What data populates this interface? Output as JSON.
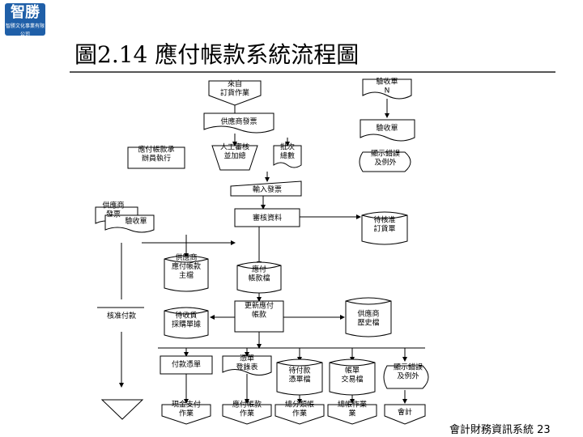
{
  "logo": {
    "main": "智勝",
    "sub": "智勝文化事業有限公司"
  },
  "title": "圖2.14 應付帳款系統流程圖",
  "footer": "會計財務資訊系統 23",
  "diagram": {
    "orders_from": "來自\n訂貨作業",
    "receipt_in": "驗收單\nN",
    "vendor_invoice": "供應商發票",
    "receipt_doc": "驗收單",
    "ap_clerk": "應付帳款承\n辦員執行",
    "manual_verify": "人工審核\n並加總",
    "batch_total": "批次\n總數",
    "display_errors_1": "顯示錯誤\n及例外",
    "enter_invoice": "輸入發票",
    "vendor_invoice_2": "供應商\n發票",
    "receipt_doc_2": "驗收單",
    "edit_data": "審核資料",
    "open_po": "待核准\n訂貨單",
    "vendor_ap_master": "供應商\n應付帳款\n主檔",
    "ap_file": "應付\n帳款檔",
    "approve_payment": "核准付款",
    "update_ap": "更新應付\n帳款",
    "open_receipts": "待收貨\n採購單據",
    "vendor_history": "供應商\n歷史檔",
    "payment_voucher": "付款憑單",
    "voucher_journal": "憑單\n登錄表",
    "pending_voucher": "待付款\n憑單檔",
    "vendor_trans": "帳單\n交易檔",
    "display_errors_2": "顯示錯誤\n及例外",
    "cash_disbursement": "現金支付\n作業",
    "ap_ledger_work": "應付帳款\n作業",
    "gl_work": "總分類帳\n作業",
    "summary_work": "總帳作業\n業",
    "accounting": "會計"
  }
}
